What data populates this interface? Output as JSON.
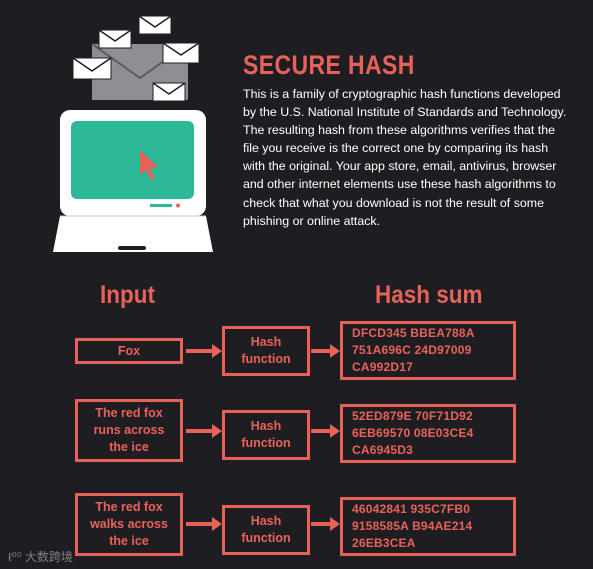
{
  "header": {
    "title": "SECURE HASH",
    "description": "This is a family of cryptographic hash functions developed by the U.S. National Institute of Standards and Technology. The resulting hash from these algorithms verifies that the file you receive is the correct one by comparing its hash with the original. Your app store, email, antivirus, browser and other internet elements use these hash algorithms to check that what you download is not the result of some phishing or online attack."
  },
  "columns": {
    "input": "Input",
    "output": "Hash sum"
  },
  "rows": [
    {
      "input": [
        "Fox"
      ],
      "function": [
        "Hash",
        "function"
      ],
      "hash": [
        "DFCD345 BBEA788A",
        "751A696C 24D97009",
        "CA992D17"
      ]
    },
    {
      "input": [
        "The red fox",
        "runs across",
        "the ice"
      ],
      "function": [
        "Hash",
        "function"
      ],
      "hash": [
        "52ED879E 70F71D92",
        "6EB69570 08E03CE4",
        "CA6945D3"
      ]
    },
    {
      "input": [
        "The red fox",
        "walks across",
        "the ice"
      ],
      "function": [
        "Hash",
        "function"
      ],
      "hash": [
        "46042841 935C7FB0",
        "9158585A B94AE214",
        "26EB3CEA"
      ]
    }
  ],
  "watermark": "大数跨境",
  "colors": {
    "accent": "#e9625a",
    "background": "#1e1e22",
    "screen": "#2bb99a",
    "text": "#ffffff"
  },
  "icons": [
    "envelope-icon",
    "laptop-icon",
    "cursor-icon"
  ]
}
